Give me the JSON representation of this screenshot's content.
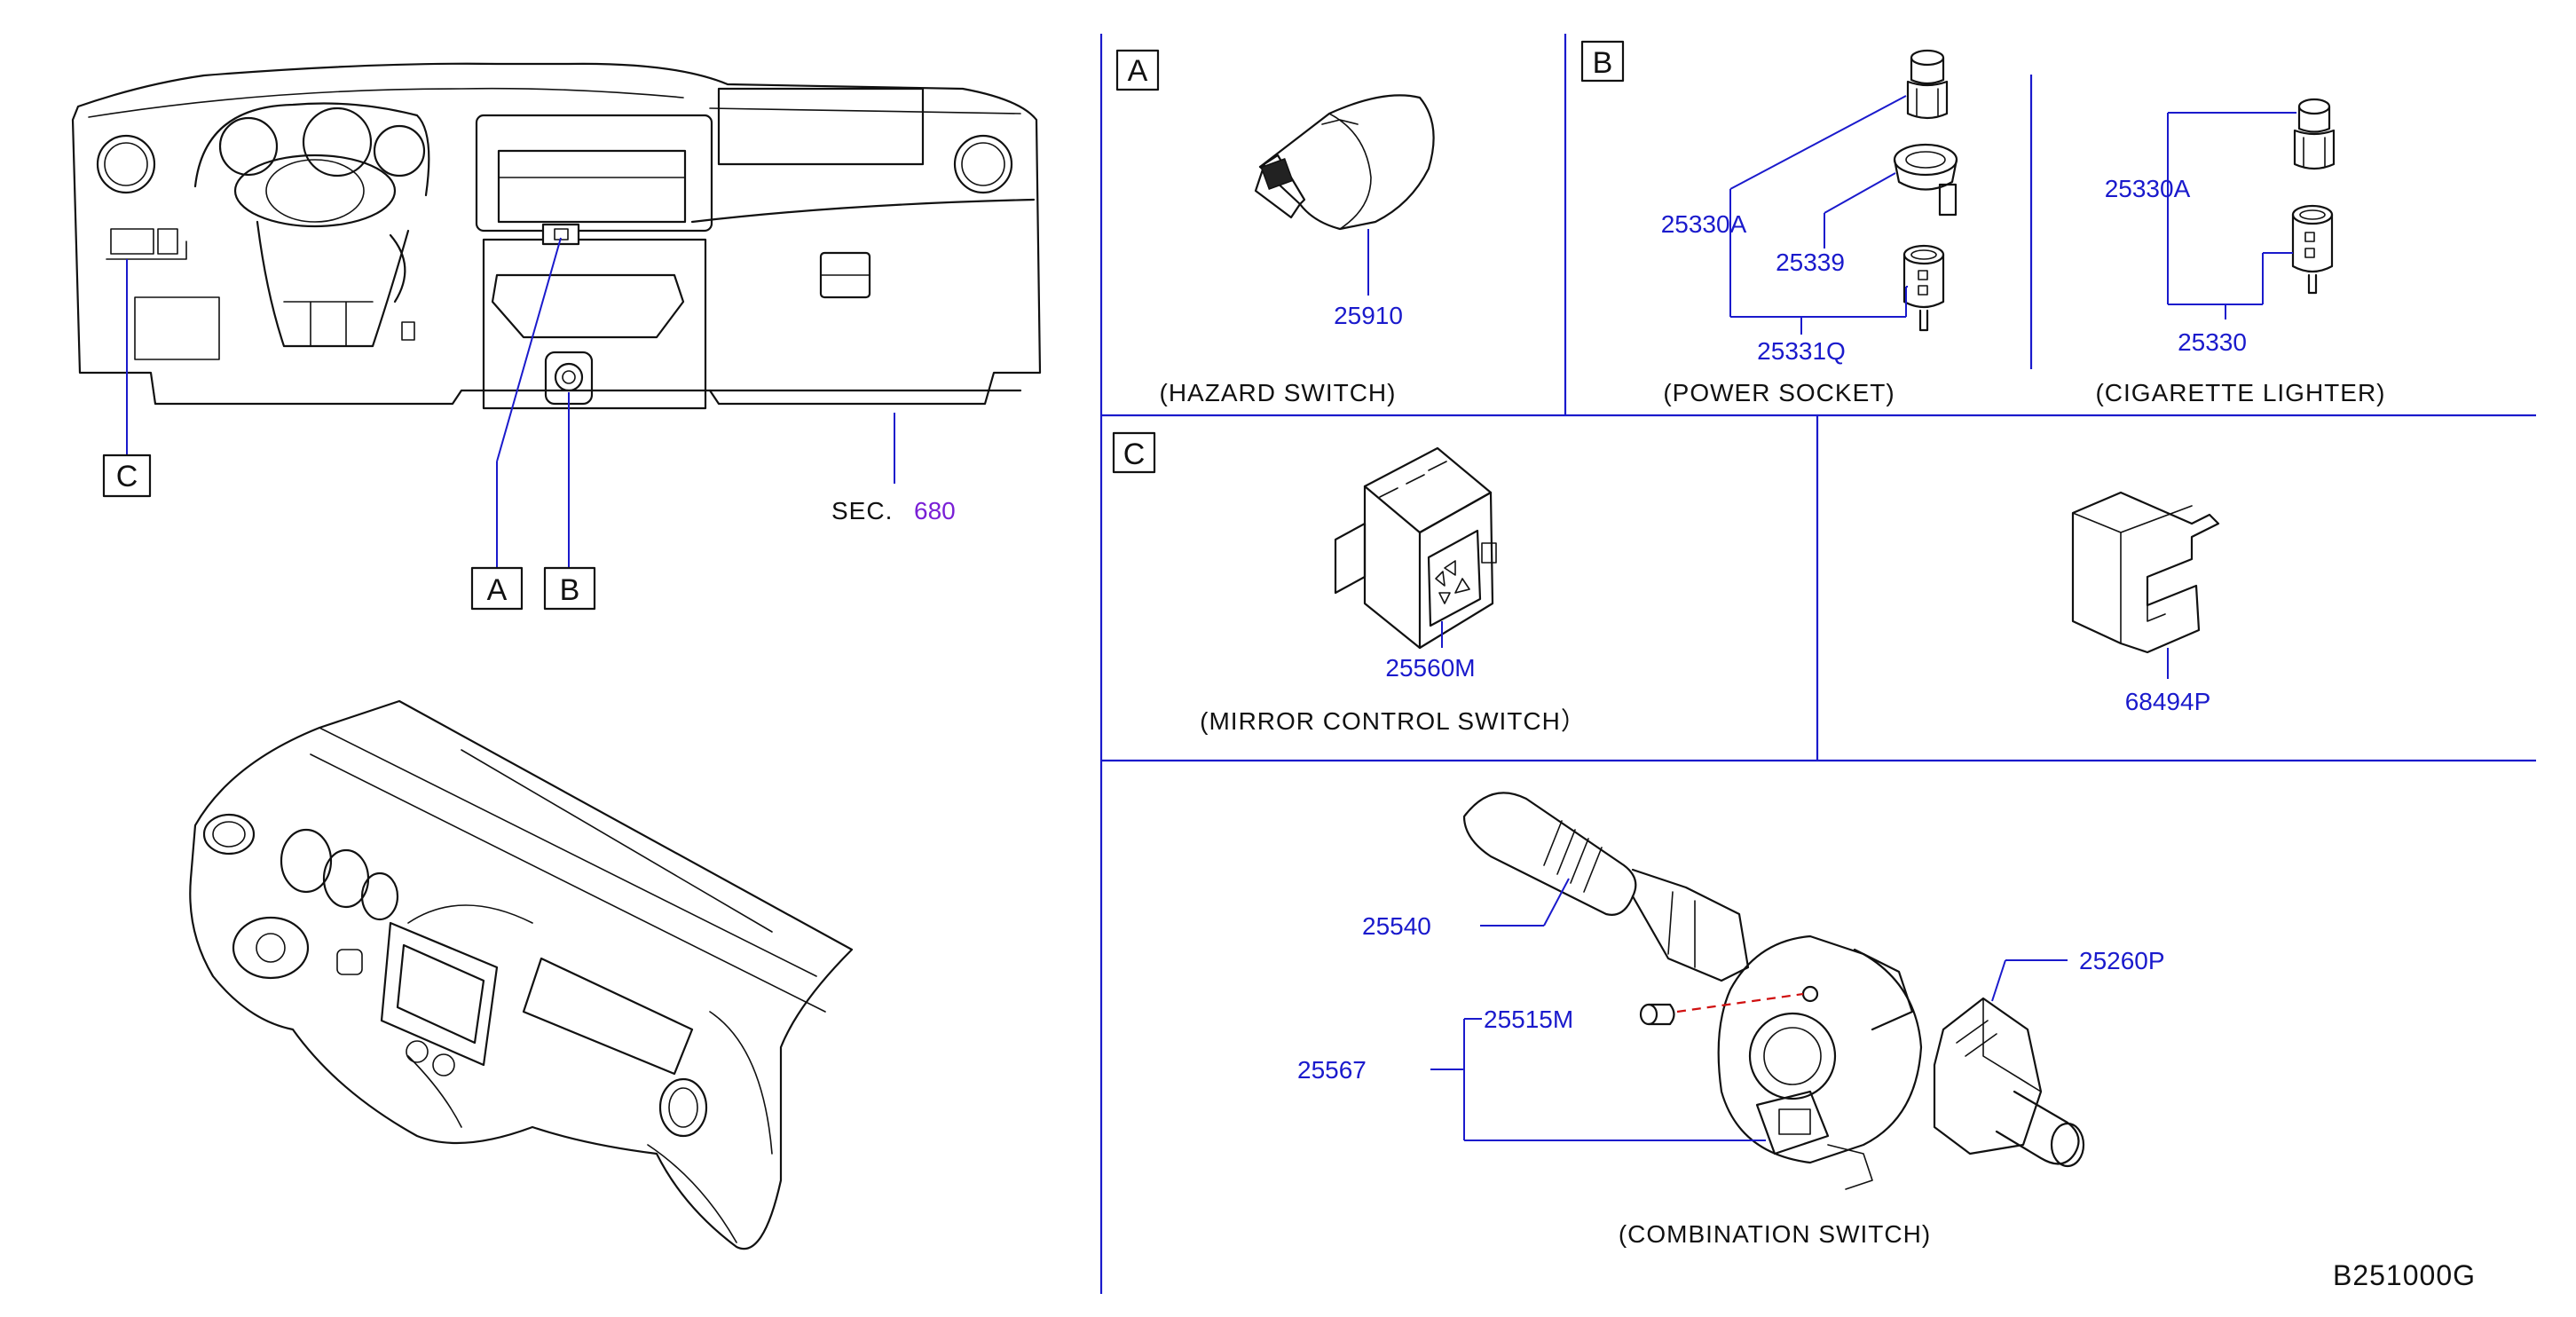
{
  "overview": {
    "callouts": [
      "A",
      "B",
      "C"
    ],
    "sec_prefix": "SEC.",
    "sec_number": "680"
  },
  "sections": {
    "hazard": {
      "box": "A",
      "part": "25910",
      "caption": "(HAZARD   SWITCH)"
    },
    "power_socket": {
      "box": "B",
      "parts": [
        "25330A",
        "25339",
        "25331Q"
      ],
      "caption": "(POWER   SOCKET)"
    },
    "cigarette": {
      "parts": [
        "25330A",
        "25330"
      ],
      "caption": "(CIGARETTE   LIGHTER)"
    },
    "mirror": {
      "box": "C",
      "part": "25560M",
      "caption": "(MIRROR   CONTROL   SWITCH）"
    },
    "bracket": {
      "part": "68494P"
    },
    "combination": {
      "parts": [
        "25540",
        "25515M",
        "25567",
        "25260P"
      ],
      "caption": "(COMBINATION   SWITCH)"
    }
  },
  "diagram_code": "B251000G"
}
